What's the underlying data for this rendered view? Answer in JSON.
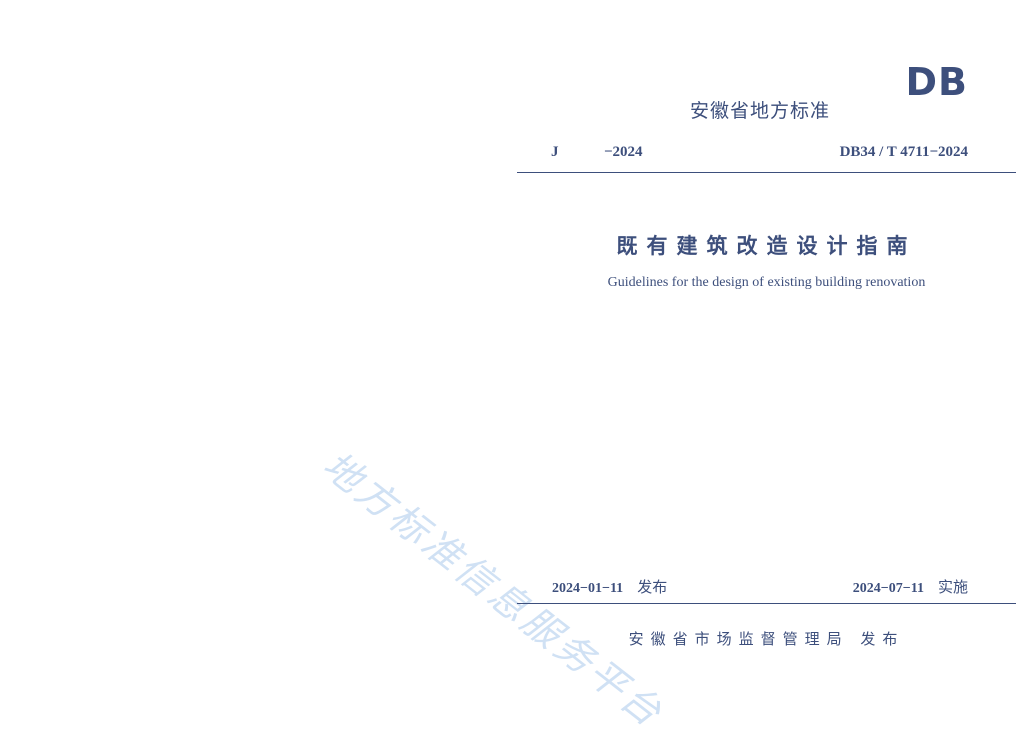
{
  "header": {
    "logo": "DB",
    "standard_type": "安徽省地方标准",
    "j_code": "J",
    "j_year": "−2024",
    "db_code": "DB34 / T 4711−2024"
  },
  "title": {
    "cn": "既有建筑改造设计指南",
    "en": "Guidelines for the design of existing building renovation"
  },
  "dates": {
    "publish_date": "2024−01−11",
    "publish_label": "发布",
    "implement_date": "2024−07−11",
    "implement_label": "实施"
  },
  "issuer": "安徽省市场监督管理局  发布",
  "watermark": "地方标准信息服务平台",
  "colors": {
    "ink": "#3d4f7c",
    "watermark": "#aac8eb"
  }
}
